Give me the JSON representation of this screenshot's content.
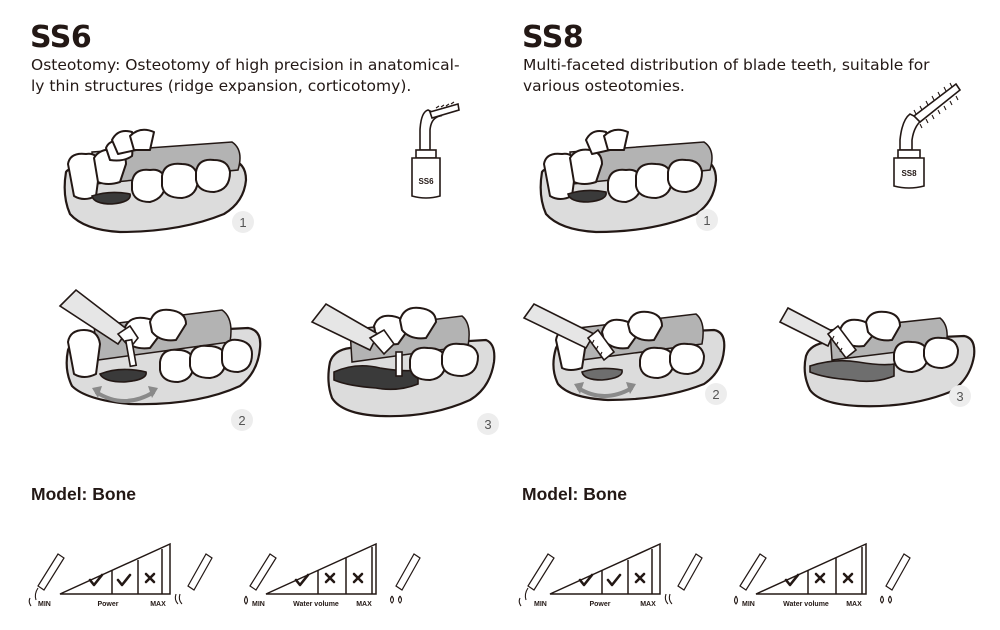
{
  "panels": [
    {
      "title": "SS6",
      "description": "Osteotomy: Osteotomy of high precision in anatomical-ly thin structures (ridge expansion, corticotomy).",
      "description_lines": [
        "Osteotomy: Osteotomy of high precision in anatomical-",
        "ly thin structures (ridge expansion, corticotomy)."
      ],
      "tip_label": "SS6",
      "steps": [
        "1",
        "2",
        "3"
      ],
      "model": "Model: Bone",
      "power_scale": {
        "min": "MIN",
        "label": "Power",
        "max": "MAX",
        "levels": [
          "check",
          "check",
          "cross"
        ]
      },
      "water_scale": {
        "min": "MIN",
        "label": "Water volume",
        "max": "MAX",
        "levels": [
          "check",
          "cross",
          "cross"
        ]
      }
    },
    {
      "title": "SS8",
      "description": "Multi-faceted distribution of blade teeth, suitable for various osteotomies.",
      "description_lines": [
        "Multi-faceted distribution of blade teeth, suitable for",
        "various osteotomies."
      ],
      "tip_label": "SS8",
      "steps": [
        "1",
        "2",
        "3"
      ],
      "model": "Model: Bone",
      "power_scale": {
        "min": "MIN",
        "label": "Power",
        "max": "MAX",
        "levels": [
          "check",
          "check",
          "cross"
        ]
      },
      "water_scale": {
        "min": "MIN",
        "label": "Water volume",
        "max": "MAX",
        "levels": [
          "check",
          "cross",
          "cross"
        ]
      }
    }
  ],
  "colors": {
    "text": "#231815",
    "gum": "#dcdcdc",
    "bone": "#b3b3b3",
    "arrow": "#8a8a8a"
  },
  "icons": [
    "handpiece-icon",
    "power-wave-icon",
    "water-drop-icon"
  ]
}
